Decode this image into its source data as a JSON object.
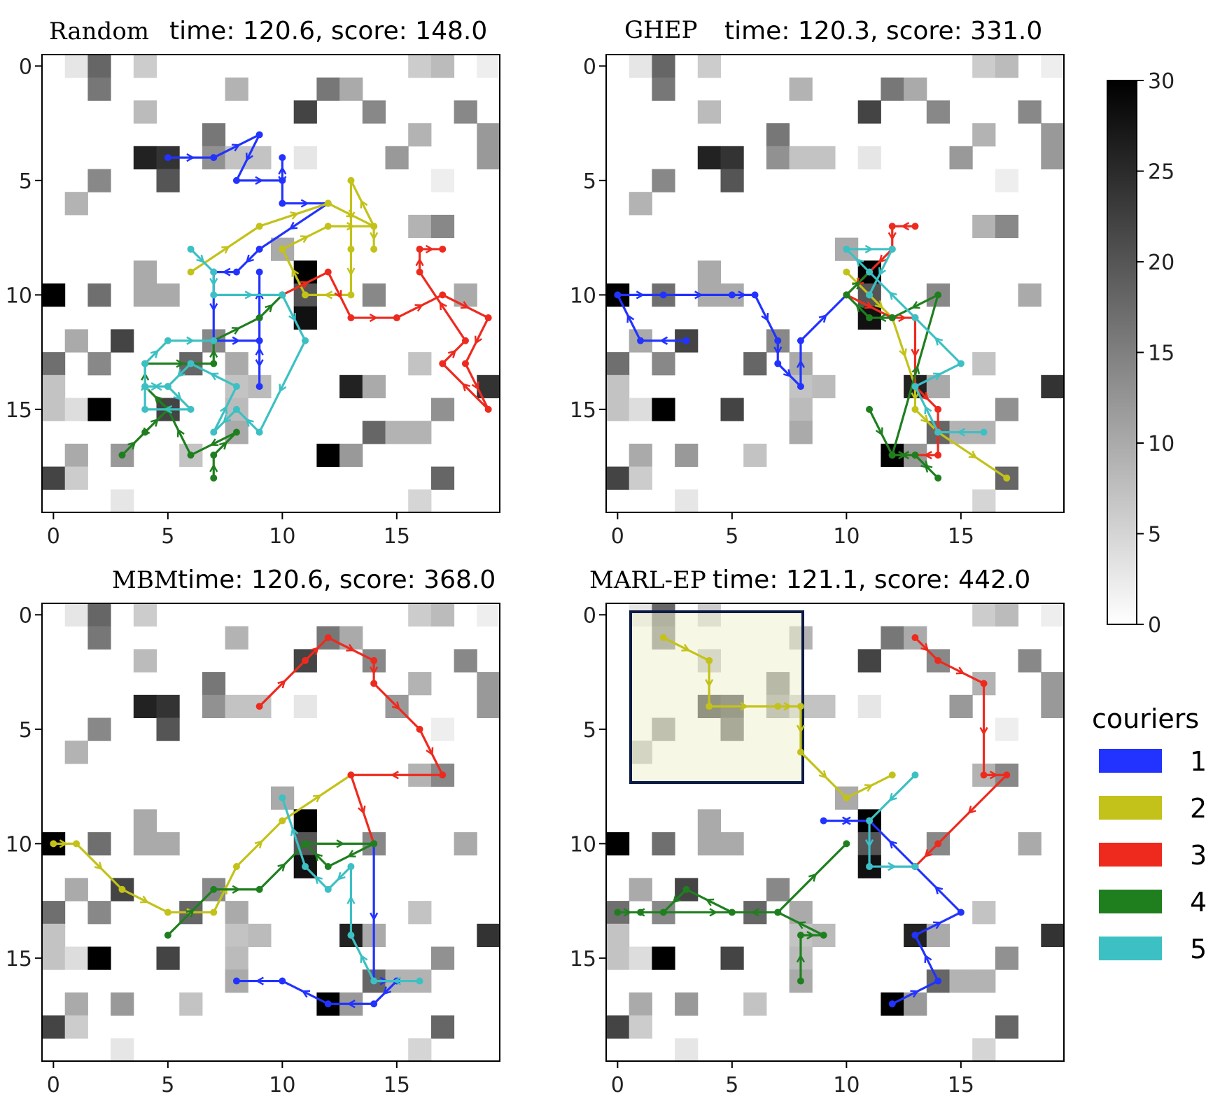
{
  "figure": {
    "colorbar": {
      "min": 0,
      "max": 30,
      "ticks": [
        0,
        5,
        10,
        15,
        20,
        25,
        30
      ],
      "colormap": "gray-reversed"
    },
    "legend": {
      "title": "couriers",
      "items": [
        {
          "label": "1",
          "color": "#2233ff"
        },
        {
          "label": "2",
          "color": "#c2c21a"
        },
        {
          "label": "3",
          "color": "#ee2a1e"
        },
        {
          "label": "4",
          "color": "#1f7f1f"
        },
        {
          "label": "5",
          "color": "#3cc0c4"
        }
      ]
    }
  },
  "chart_data": [
    {
      "type": "heatmap",
      "method": "Random",
      "title": "time: 120.6, score: 148.0",
      "xlim": [
        0,
        19
      ],
      "ylim": [
        0,
        19
      ],
      "y_inverted": true,
      "xticks": [
        0,
        5,
        10,
        15
      ],
      "yticks": [
        0,
        5,
        10,
        15
      ],
      "routes": [
        {
          "courier": "1",
          "points": [
            [
              5,
              4
            ],
            [
              7,
              4
            ],
            [
              9,
              3
            ],
            [
              8,
              5
            ],
            [
              10,
              5
            ],
            [
              10,
              4
            ],
            [
              10,
              6
            ],
            [
              12,
              6
            ],
            [
              9,
              8
            ],
            [
              8,
              9
            ],
            [
              7,
              9
            ],
            [
              7,
              12
            ],
            [
              9,
              12
            ],
            [
              9,
              14
            ],
            [
              9,
              11
            ],
            [
              9,
              9
            ]
          ]
        },
        {
          "courier": "2",
          "points": [
            [
              6,
              9
            ],
            [
              9,
              7
            ],
            [
              12,
              6
            ],
            [
              14,
              7
            ],
            [
              13,
              5
            ],
            [
              13,
              8
            ],
            [
              13,
              10
            ],
            [
              11,
              10
            ],
            [
              10,
              8
            ],
            [
              12,
              7
            ],
            [
              14,
              7
            ],
            [
              14,
              8
            ]
          ]
        },
        {
          "courier": "3",
          "points": [
            [
              10,
              10
            ],
            [
              12,
              9
            ],
            [
              13,
              11
            ],
            [
              15,
              11
            ],
            [
              17,
              10
            ],
            [
              19,
              11
            ],
            [
              18,
              13
            ],
            [
              19,
              15
            ],
            [
              17,
              13
            ],
            [
              18,
              12
            ],
            [
              16,
              9
            ],
            [
              16,
              8
            ],
            [
              17,
              8
            ]
          ]
        },
        {
          "courier": "4",
          "points": [
            [
              7,
              18
            ],
            [
              7,
              17
            ],
            [
              8,
              16
            ],
            [
              6,
              17
            ],
            [
              5,
              15
            ],
            [
              3,
              17
            ],
            [
              4,
              16
            ],
            [
              5,
              15
            ],
            [
              4,
              14
            ],
            [
              4,
              13
            ],
            [
              7,
              13
            ],
            [
              7,
              12
            ],
            [
              9,
              11
            ],
            [
              10,
              10
            ],
            [
              10,
              10
            ]
          ]
        },
        {
          "courier": "5",
          "points": [
            [
              6,
              8
            ],
            [
              7,
              9
            ],
            [
              7,
              10
            ],
            [
              10,
              10
            ],
            [
              11,
              12
            ],
            [
              9,
              16
            ],
            [
              8,
              15
            ],
            [
              7,
              16
            ],
            [
              8,
              14
            ],
            [
              6,
              13
            ],
            [
              5,
              14
            ],
            [
              4,
              14
            ],
            [
              5,
              14
            ],
            [
              6,
              15
            ],
            [
              4,
              15
            ],
            [
              4,
              13
            ],
            [
              5,
              12
            ],
            [
              7,
              12
            ]
          ]
        }
      ]
    },
    {
      "type": "heatmap",
      "method": "GHEP",
      "title": "time: 120.3, score: 331.0",
      "xlim": [
        0,
        19
      ],
      "ylim": [
        0,
        19
      ],
      "y_inverted": true,
      "xticks": [
        0,
        5,
        10,
        15
      ],
      "yticks": [
        0,
        5,
        10,
        15
      ],
      "routes": [
        {
          "courier": "1",
          "points": [
            [
              3,
              12
            ],
            [
              1,
              12
            ],
            [
              0,
              10
            ],
            [
              2,
              10
            ],
            [
              5,
              10
            ],
            [
              6,
              10
            ],
            [
              7,
              12
            ],
            [
              7,
              13
            ],
            [
              8,
              14
            ],
            [
              8,
              12
            ],
            [
              10,
              10
            ]
          ]
        },
        {
          "courier": "2",
          "points": [
            [
              10,
              9
            ],
            [
              11,
              10
            ],
            [
              12,
              11
            ],
            [
              13,
              14
            ],
            [
              13,
              15
            ],
            [
              14,
              16
            ],
            [
              17,
              18
            ]
          ]
        },
        {
          "courier": "3",
          "points": [
            [
              13,
              7
            ],
            [
              12,
              7
            ],
            [
              12,
              8
            ],
            [
              11,
              9
            ],
            [
              10,
              10
            ],
            [
              12,
              11
            ],
            [
              13,
              11
            ],
            [
              13,
              14
            ],
            [
              14,
              15
            ],
            [
              14,
              17
            ],
            [
              13,
              17
            ],
            [
              12,
              17
            ]
          ]
        },
        {
          "courier": "4",
          "points": [
            [
              11,
              15
            ],
            [
              12,
              17
            ],
            [
              13,
              17
            ],
            [
              14,
              18
            ],
            [
              13,
              17
            ],
            [
              12,
              17
            ],
            [
              14,
              10
            ],
            [
              12,
              11
            ],
            [
              11,
              11
            ],
            [
              10,
              10
            ],
            [
              11,
              9
            ]
          ]
        },
        {
          "courier": "5",
          "points": [
            [
              16,
              16
            ],
            [
              14,
              16
            ],
            [
              13,
              14
            ],
            [
              15,
              13
            ],
            [
              13,
              11
            ],
            [
              11,
              9
            ],
            [
              10,
              8
            ],
            [
              12,
              8
            ],
            [
              11,
              10
            ]
          ]
        }
      ]
    },
    {
      "type": "heatmap",
      "method": "MBM",
      "title": "time: 120.6, score: 368.0",
      "xlim": [
        0,
        19
      ],
      "ylim": [
        0,
        19
      ],
      "y_inverted": true,
      "xticks": [
        0,
        5,
        10,
        15
      ],
      "yticks": [
        0,
        5,
        10,
        15
      ],
      "routes": [
        {
          "courier": "1",
          "points": [
            [
              14,
              10
            ],
            [
              14,
              16
            ],
            [
              15,
              16
            ],
            [
              14,
              17
            ],
            [
              12,
              17
            ],
            [
              10,
              16
            ],
            [
              8,
              16
            ]
          ]
        },
        {
          "courier": "2",
          "points": [
            [
              0,
              10
            ],
            [
              1,
              10
            ],
            [
              3,
              12
            ],
            [
              5,
              13
            ],
            [
              7,
              13
            ],
            [
              8,
              11
            ],
            [
              10,
              9
            ],
            [
              13,
              7
            ]
          ]
        },
        {
          "courier": "3",
          "points": [
            [
              9,
              4
            ],
            [
              11,
              2
            ],
            [
              12,
              1
            ],
            [
              14,
              2
            ],
            [
              14,
              3
            ],
            [
              16,
              5
            ],
            [
              17,
              7
            ],
            [
              13,
              7
            ],
            [
              14,
              10
            ]
          ]
        },
        {
          "courier": "4",
          "points": [
            [
              5,
              14
            ],
            [
              7,
              12
            ],
            [
              9,
              12
            ],
            [
              11,
              10
            ],
            [
              14,
              10
            ],
            [
              12,
              11
            ],
            [
              11,
              10
            ]
          ]
        },
        {
          "courier": "5",
          "points": [
            [
              16,
              16
            ],
            [
              14,
              16
            ],
            [
              13,
              14
            ],
            [
              13,
              11
            ],
            [
              12,
              12
            ],
            [
              11,
              11
            ],
            [
              10,
              8
            ]
          ]
        }
      ]
    },
    {
      "type": "heatmap",
      "method": "MARL-EP",
      "title": "time: 121.1, score: 442.0",
      "xlim": [
        0,
        19
      ],
      "ylim": [
        0,
        19
      ],
      "y_inverted": true,
      "xticks": [
        0,
        5,
        10,
        15
      ],
      "yticks": [
        0,
        5,
        10,
        15
      ],
      "routes": [
        {
          "courier": "1",
          "points": [
            [
              12,
              17
            ],
            [
              14,
              16
            ],
            [
              13,
              14
            ],
            [
              15,
              13
            ],
            [
              13,
              11
            ],
            [
              11,
              9
            ],
            [
              9,
              9
            ],
            [
              11,
              9
            ],
            [
              11,
              11
            ],
            [
              13,
              11
            ]
          ]
        },
        {
          "courier": "2",
          "points": [
            [
              2,
              1
            ],
            [
              4,
              2
            ],
            [
              4,
              4
            ],
            [
              7,
              4
            ],
            [
              8,
              4
            ],
            [
              8,
              6
            ],
            [
              10,
              8
            ],
            [
              12,
              7
            ]
          ]
        },
        {
          "courier": "3",
          "points": [
            [
              13,
              1
            ],
            [
              14,
              2
            ],
            [
              16,
              3
            ],
            [
              16,
              7
            ],
            [
              17,
              7
            ],
            [
              14,
              10
            ],
            [
              13,
              11
            ]
          ]
        },
        {
          "courier": "4",
          "points": [
            [
              8,
              16
            ],
            [
              8,
              14
            ],
            [
              9,
              14
            ],
            [
              7,
              13
            ],
            [
              5,
              13
            ],
            [
              3,
              12
            ],
            [
              2,
              13
            ],
            [
              0,
              13
            ],
            [
              1,
              13
            ],
            [
              7,
              13
            ],
            [
              10,
              10
            ]
          ]
        },
        {
          "courier": "5",
          "points": [
            [
              13,
              7
            ],
            [
              11,
              9
            ],
            [
              11,
              11
            ],
            [
              13,
              11
            ]
          ]
        }
      ]
    }
  ]
}
